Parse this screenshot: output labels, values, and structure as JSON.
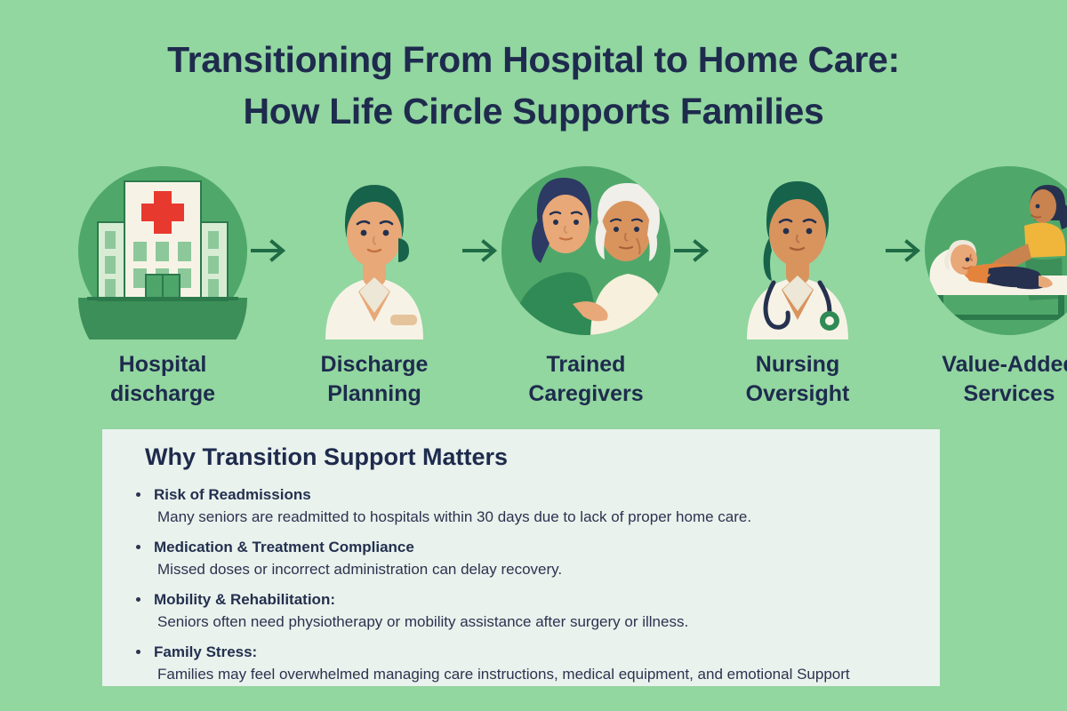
{
  "theme": {
    "background": "#92d6a0",
    "navy": "#1e2b4d",
    "panel_bg": "#eaf2ed",
    "circle_green": "#4fa86a",
    "arrow_green": "#1f6b45",
    "cross_red": "#e8392e",
    "cream": "#f6f2e4",
    "skin": "#e8a878",
    "scrub_green": "#2f8a55",
    "hair_navy": "#2d3a63",
    "hair_green": "#16624a",
    "shirt_yellow": "#f0b63c",
    "shirt_orange": "#e4843c",
    "pants_navy": "#26314f",
    "white_hair": "#f0efe9"
  },
  "header": {
    "title_line1": "Transitioning From Hospital to Home Care:",
    "title_line2": "How Life Circle Supports Families"
  },
  "steps": [
    {
      "icon": "hospital-building-icon",
      "label_line1": "Hospital",
      "label_line2": "discharge"
    },
    {
      "icon": "discharge-planner-icon",
      "label_line1": "Discharge",
      "label_line2": "Planning"
    },
    {
      "icon": "trained-caregiver-icon",
      "label_line1": "Trained",
      "label_line2": "Caregivers"
    },
    {
      "icon": "nurse-stethoscope-icon",
      "label_line1": "Nursing",
      "label_line2": "Oversight"
    },
    {
      "icon": "physiotherapy-icon",
      "label_line1": "Value-Added",
      "label_line2": "Services"
    }
  ],
  "arrows": [
    {
      "name": "arrow-step-1-to-2"
    },
    {
      "name": "arrow-step-2-to-3"
    },
    {
      "name": "arrow-step-3-to-4"
    },
    {
      "name": "arrow-step-4-to-5"
    }
  ],
  "panel": {
    "title": "Why Transition Support Matters",
    "bullets": [
      {
        "heading": "Risk of Readmissions",
        "description": "Many seniors are readmitted to hospitals within 30 days due to lack of proper home care."
      },
      {
        "heading": "Medication & Treatment Compliance",
        "description": "Missed doses or incorrect administration can delay recovery."
      },
      {
        "heading": "Mobility & Rehabilitation:",
        "description": "Seniors often need physiotherapy or mobility assistance after surgery or illness."
      },
      {
        "heading": "Family Stress:",
        "description": "Families may feel overwhelmed managing care instructions, medical equipment, and emotional Support"
      }
    ]
  }
}
